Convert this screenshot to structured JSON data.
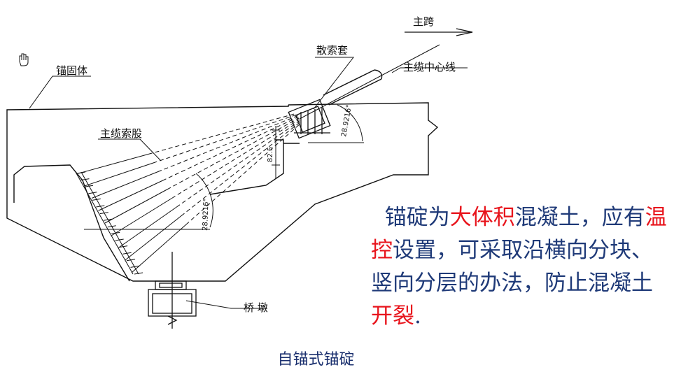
{
  "labels": {
    "main_span": "主跨",
    "scatter_sleeve": "散索套",
    "cable_centerline": "主缆中心线",
    "anchor_body": "锚固体",
    "cable_strands": "主缆索股",
    "pier": "桥 墩"
  },
  "dimensions": {
    "angle_upper": "28.9216°",
    "angle_lower": "28.9216°",
    "offset": "82.5"
  },
  "caption": "自锚式锚碇",
  "note": {
    "p1": "锚碇为",
    "h1": "大体积",
    "p2": "混凝土，应有",
    "h2": "温控",
    "p3": "设置，可采取沿横向分块、竖向分层的办法，防止混凝土",
    "h3": "开裂",
    "p4": "."
  },
  "colors": {
    "text": "#1f3a78",
    "highlight": "#e8141c",
    "lines": "#111111"
  }
}
